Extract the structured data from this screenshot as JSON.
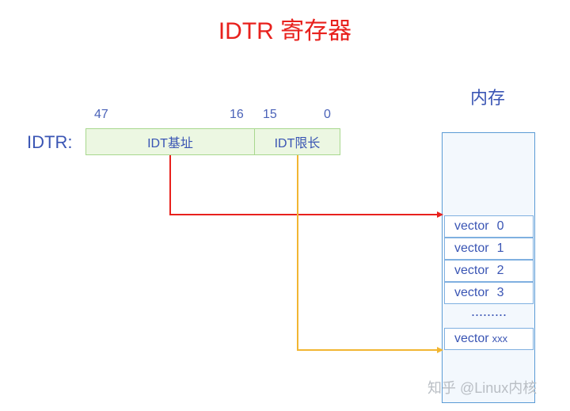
{
  "title": "IDTR 寄存器",
  "register": {
    "label": "IDTR:",
    "bits": {
      "b47": "47",
      "b16": "16",
      "b15": "15",
      "b0": "0"
    },
    "base_field": "IDT基址",
    "limit_field": "IDT限长"
  },
  "memory": {
    "title": "内存",
    "cells": [
      {
        "label": "vector",
        "index": "0"
      },
      {
        "label": "vector",
        "index": "1"
      },
      {
        "label": "vector",
        "index": "2"
      },
      {
        "label": "vector",
        "index": "3"
      }
    ],
    "ellipsis": ".........",
    "last_cell": {
      "label": "vector",
      "index": "xxx"
    }
  },
  "watermark": "知乎 @Linux内核",
  "colors": {
    "title": "#e8211d",
    "base_arrow": "#e8211d",
    "limit_arrow": "#f2b632",
    "text": "#3a55b4"
  }
}
